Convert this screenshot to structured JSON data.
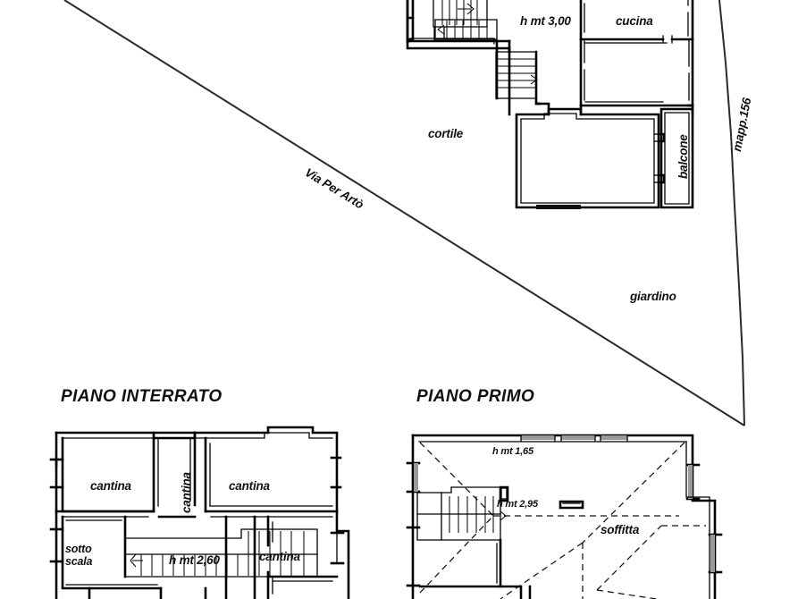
{
  "document": {
    "type": "architectural-floor-plan",
    "language": "it"
  },
  "site_plan": {
    "name": "piano-terra-site",
    "labels": {
      "road": "Via Per Artò",
      "parcel": "mapp.156",
      "courtyard": "cortile",
      "garden": "giardino",
      "kitchen": "cucina",
      "balcony": "balcone",
      "height_ground": "h mt 3,00"
    }
  },
  "basement_plan": {
    "title": "PIANO INTERRATO",
    "labels": {
      "cellar_left": "cantina",
      "cellar_middle": "cantina",
      "cellar_right": "cantina",
      "cellar_lower_right": "cantina",
      "under_stairs_line1": "sotto",
      "under_stairs_line2": "scala",
      "height": "h mt 2,60"
    }
  },
  "first_floor_plan": {
    "title": "PIANO PRIMO",
    "labels": {
      "attic": "soffitta",
      "height_low": "h mt 1,65",
      "height_high": "h mt 2,95"
    }
  },
  "colors": {
    "ink": "#111111",
    "wall": "#000000",
    "paper": "#ffffff",
    "hatch": "#7a7a7a"
  }
}
